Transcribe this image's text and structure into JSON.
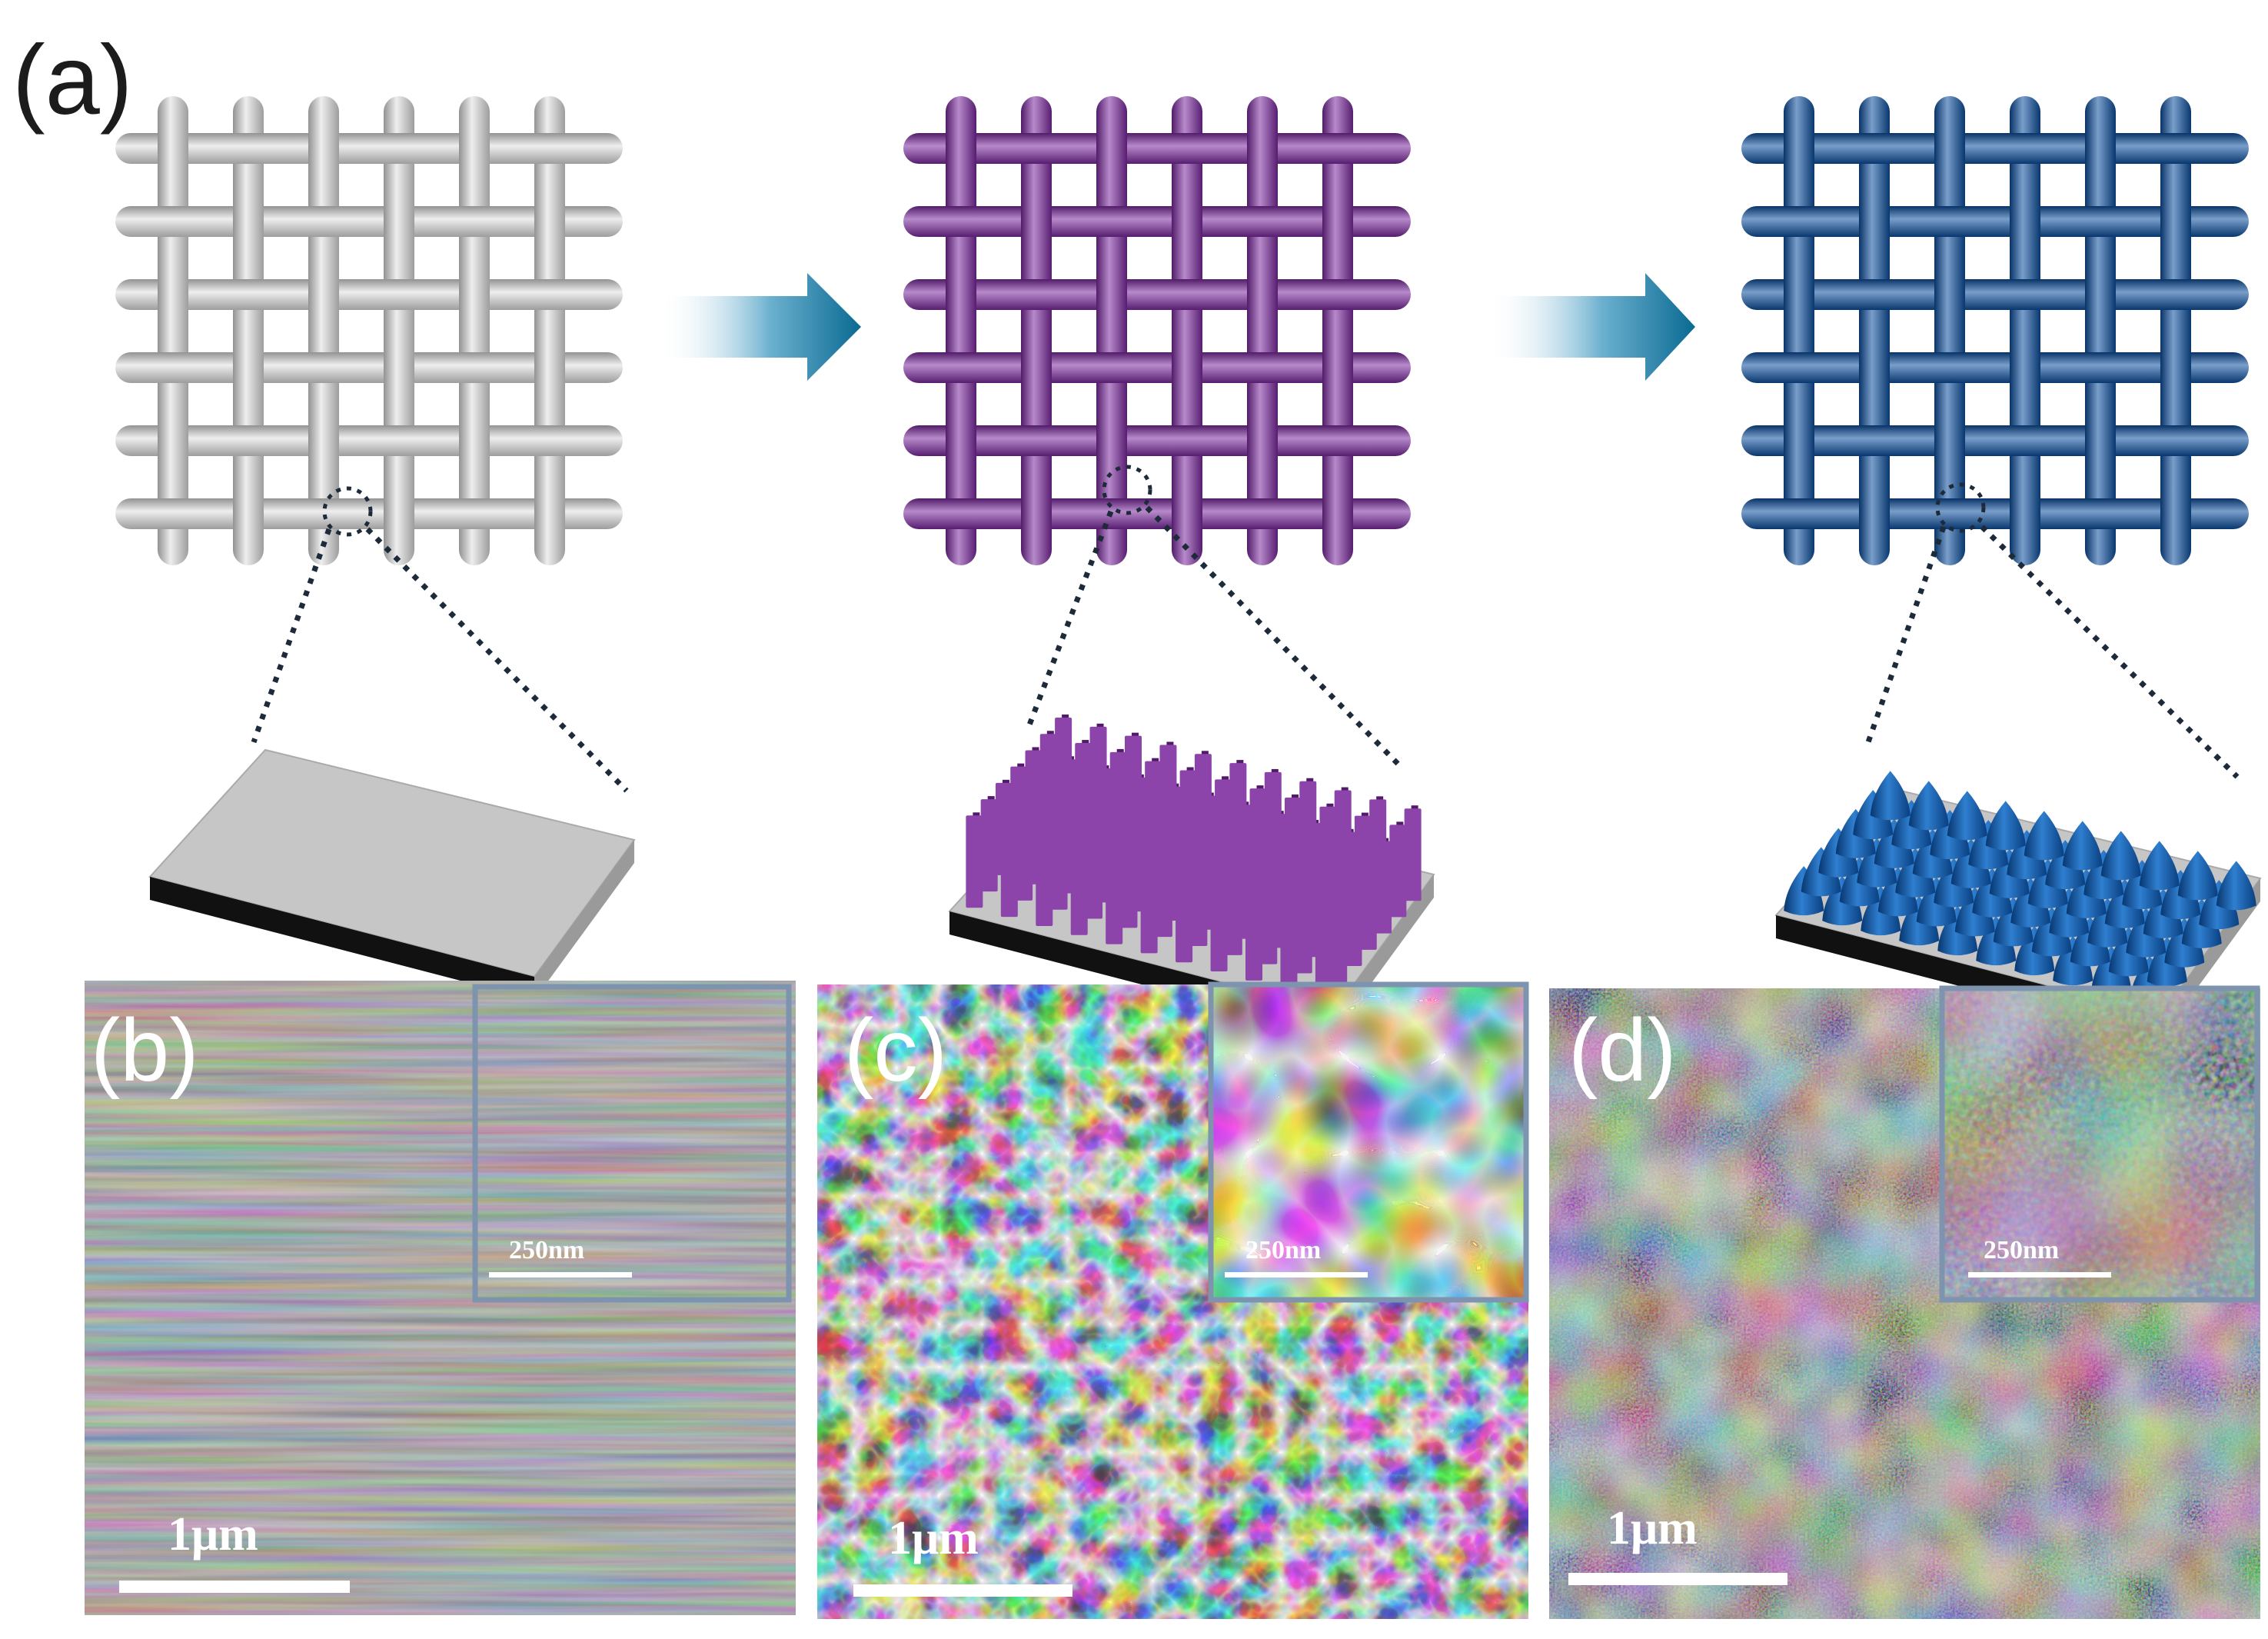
{
  "panel_a": {
    "label": "(a)",
    "mesh_colors": {
      "bare": "#e0e0e0",
      "coated": "#7c2aa0",
      "treated": "#0c4f9e"
    },
    "arrow_color": "#0a6a92",
    "substrate_colors": {
      "top": "#c6c6c6",
      "side": "#111111",
      "edge": "#9a9a9a"
    }
  },
  "sem_panels": [
    {
      "label": "(b)",
      "inset_scale": "250nm",
      "scale": "1μm"
    },
    {
      "label": "(c)",
      "inset_scale": "250nm",
      "scale": "1μm"
    },
    {
      "label": "(d)",
      "inset_scale": "250nm",
      "scale": "1μm"
    }
  ],
  "inset_border_color": "#7e93ad"
}
